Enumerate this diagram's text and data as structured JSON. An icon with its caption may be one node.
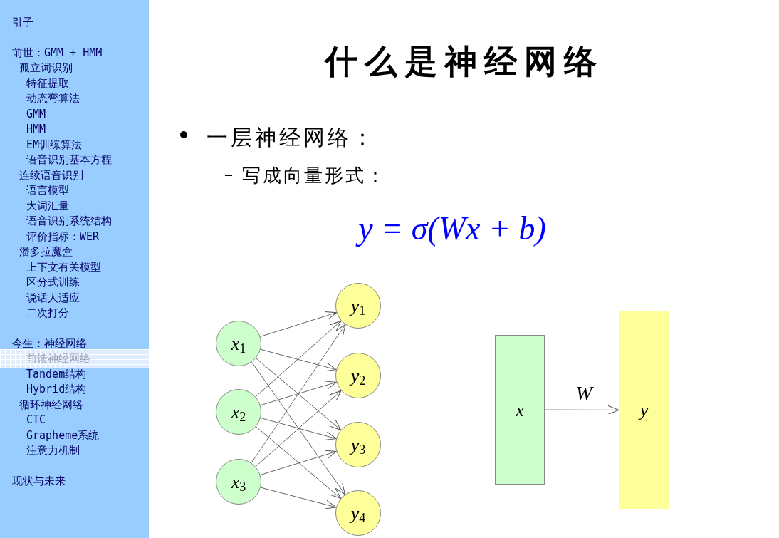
{
  "diagram": {
    "title": "什么是神经网络",
    "nodes": [
      {
        "text": [
          "x$_{1}$"
        ]
      },
      {
        "text": [
          "x$_{2}$"
        ]
      },
      {
        "text": [
          "x$_{3}$"
        ]
      },
      {
        "text": [
          "y$_{1}$"
        ]
      },
      {
        "text": [
          "y$_{2}$"
        ]
      },
      {
        "text": [
          "y$_{3}$"
        ]
      },
      {
        "text": [
          "y$_{4}$"
        ]
      },
      {
        "text": [
          "x"
        ]
      },
      {
        "text": [
          "y"
        ]
      }
    ],
    "edges": [
      {
        "from": 0,
        "to": 3,
        "arrow": "to"
      },
      {
        "from": 0,
        "to": 4,
        "arrow": "to"
      },
      {
        "from": 0,
        "to": 5,
        "arrow": "to"
      },
      {
        "from": 0,
        "to": 6,
        "arrow": "to"
      },
      {
        "from": 1,
        "to": 3,
        "arrow": "to"
      },
      {
        "from": 1,
        "to": 4,
        "arrow": "to"
      },
      {
        "from": 1,
        "to": 5,
        "arrow": "to"
      },
      {
        "from": 1,
        "to": 6,
        "arrow": "to"
      },
      {
        "from": 2,
        "to": 3,
        "arrow": "to"
      },
      {
        "from": 2,
        "to": 4,
        "arrow": "to"
      },
      {
        "from": 2,
        "to": 5,
        "arrow": "to"
      },
      {
        "from": 2,
        "to": 6,
        "arrow": "to"
      },
      {
        "from": 7,
        "to": 8,
        "arrow": "to",
        "label": "W"
      }
    ],
    "labels": [
      "引子",
      "前世：GMM + HMM",
      "孤立词识别",
      "特征提取",
      "动态弯算法",
      "GMM",
      "HMM",
      "EM训练算法",
      "语音识别基本方程",
      "连续语音识别",
      "语言模型",
      "大词汇量",
      "语音识别系统结构",
      "评价指标：WER",
      "潘多拉魔盒",
      "上下文有关模型",
      "区分式训练",
      "说话人适应",
      "二次打分",
      "今生：神经网络",
      "前馈神经网络",
      "Tandem结构",
      "Hybrid结构",
      "循环神经网络",
      "CTC",
      "Grapheme系统",
      "注意力机制",
      "现状与未来",
      "一层神经网络：",
      "写成向量形式：",
      "y = σ(Wx + b)"
    ]
  }
}
